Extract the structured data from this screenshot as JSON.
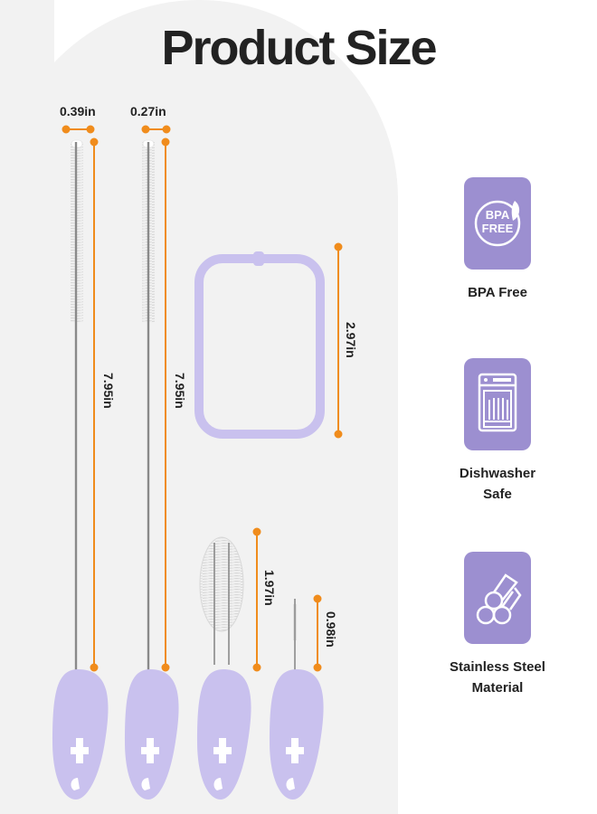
{
  "title": "Product Size",
  "dimensions": {
    "brush1_width": "0.39in",
    "brush2_width": "0.27in",
    "brush1_length": "7.95in",
    "brush2_length": "7.95in",
    "ring_height": "2.97in",
    "brush3_length": "1.97in",
    "brush4_length": "0.98in"
  },
  "features": [
    {
      "icon": "bpa-free-icon",
      "badge_text_1": "BPA",
      "badge_text_2": "FREE",
      "label_1": "BPA Free",
      "label_2": ""
    },
    {
      "icon": "dishwasher-icon",
      "label_1": "Dishwasher",
      "label_2": "Safe"
    },
    {
      "icon": "stainless-steel-icon",
      "label_1": "Stainless Steel",
      "label_2": "Material"
    }
  ],
  "colors": {
    "accent_orange": "#f08c1c",
    "handle_lavender": "#c9c1ee",
    "badge_purple": "#9c8fd0"
  }
}
